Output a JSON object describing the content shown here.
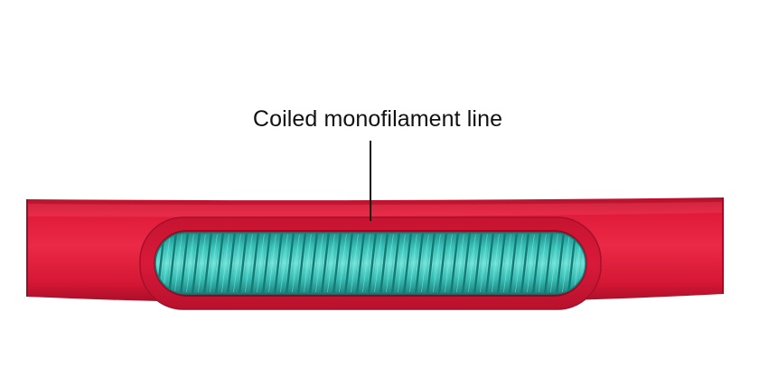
{
  "callout": {
    "label": "Coiled monofilament line"
  },
  "colors": {
    "tube": "#e41c3d",
    "tube_dark": "#b5112c",
    "tube_light": "#f24a62",
    "cutaway_rim": "#c81432",
    "coil": "#3cc7bd",
    "coil_dark": "#1e8f89",
    "coil_light": "#7fe3d9",
    "leader_line": "#111111",
    "label_text": "#111111"
  },
  "icons": {
    "tube": "tube-cutaway-illustration",
    "coil": "coiled-spring-illustration"
  }
}
